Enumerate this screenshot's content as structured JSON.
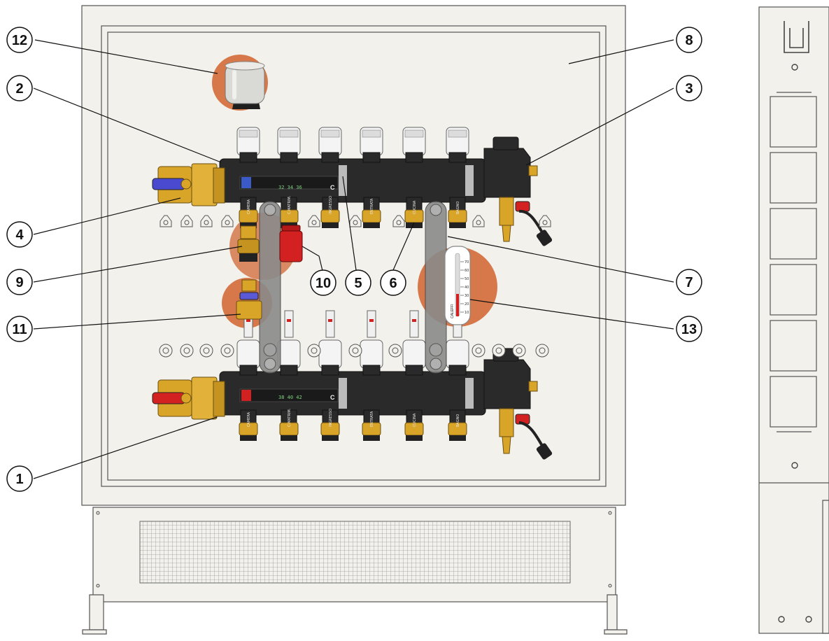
{
  "colors": {
    "cabinet": "#f2f1ec",
    "manifold": "#2a2a2a",
    "brass": "#d9a528",
    "highlight": "#d6784a",
    "supply_handle": "#d32020",
    "return_handle": "#4a4ad0"
  },
  "callouts": [
    {
      "label": "12"
    },
    {
      "label": "2"
    },
    {
      "label": "4"
    },
    {
      "label": "9"
    },
    {
      "label": "11"
    },
    {
      "label": "1"
    },
    {
      "label": "10"
    },
    {
      "label": "5"
    },
    {
      "label": "6"
    },
    {
      "label": "8"
    },
    {
      "label": "3"
    },
    {
      "label": "7"
    },
    {
      "label": "13"
    }
  ],
  "return_manifold": {
    "scale_text": "32 34 36",
    "brand_suffix": "C",
    "port_labels": [
      "CAMERA",
      "C.MATRIM.",
      "INGRESSO",
      "ENTRATA",
      "CUCINA",
      "BAGNO"
    ]
  },
  "supply_manifold": {
    "scale_text": "38 40 42",
    "brand_suffix": "C",
    "port_labels": [
      "CAMERA",
      "C.MATRIM.",
      "INGRESSO",
      "ENTRATA",
      "CUCINA",
      "BAGNO"
    ]
  },
  "thermometer": {
    "ticks": [
      "10",
      "20",
      "30",
      "40",
      "50",
      "60",
      "70"
    ],
    "brand": "CALEFFI"
  }
}
